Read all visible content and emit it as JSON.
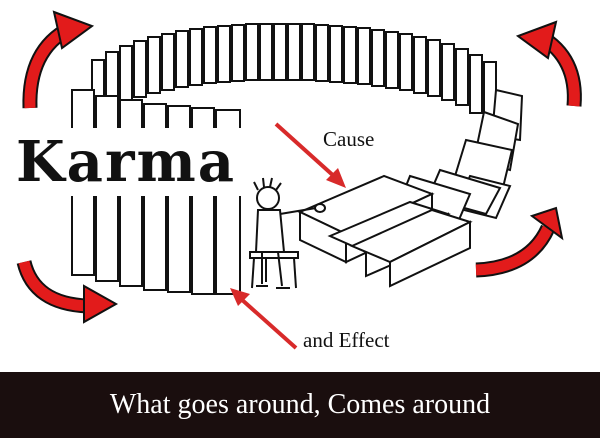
{
  "title": "Karma",
  "labels": {
    "cause": "Cause",
    "effect": "and Effect"
  },
  "caption": "What goes around, Comes around",
  "colors": {
    "arrow_red": "#e21b1b",
    "pointer_red": "#d82a2a",
    "banner_bg": "#1a0e0e",
    "caption_text": "#ffffff",
    "title_text": "#111111"
  },
  "illustration": {
    "subject": "dominoes-circle",
    "figure": "seated-man-pushing-domino",
    "circular_arrow_icons": 4
  }
}
